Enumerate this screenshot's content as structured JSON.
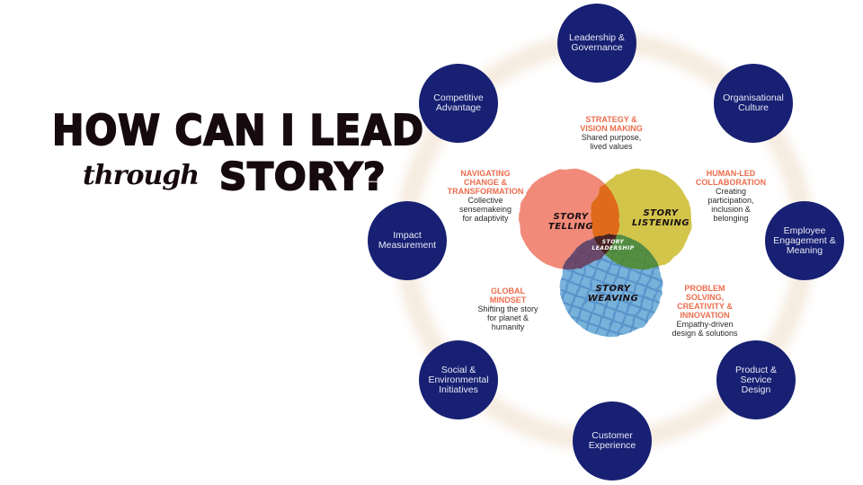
{
  "title": {
    "line1": "HOW CAN I LEAD",
    "line2_script": "through",
    "line2_bold": "STORY?"
  },
  "colors": {
    "node_fill": "#172073",
    "node_text": "#e8eaf4",
    "callout_heading": "#ec6d4d",
    "ring": "#f4e8da",
    "story_telling": "#f0806e",
    "story_listening": "#cdbd30",
    "story_weaving": "#5c9fd4"
  },
  "ring_nodes": [
    {
      "id": "leadership-governance",
      "label": "Leadership &\nGovernance"
    },
    {
      "id": "organisational-culture",
      "label": "Organisational\nCulture"
    },
    {
      "id": "employee-engagement",
      "label": "Employee\nEngagement &\nMeaning"
    },
    {
      "id": "product-service-design",
      "label": "Product &\nService\nDesign"
    },
    {
      "id": "customer-experience",
      "label": "Customer\nExperience"
    },
    {
      "id": "social-environmental",
      "label": "Social &\nEnvironmental\nInitiatives"
    },
    {
      "id": "impact-measurement",
      "label": "Impact\nMeasurement"
    },
    {
      "id": "competitive-advantage",
      "label": "Competitive\nAdvantage"
    }
  ],
  "callouts": [
    {
      "id": "strategy",
      "heading": "STRATEGY &\nVISION MAKING",
      "body": "Shared purpose,\nlived values"
    },
    {
      "id": "navigating-change",
      "heading": "NAVIGATING\nCHANGE &\nTRANSFORMATION",
      "body": "Collective\nsensemakeing\nfor adaptivity"
    },
    {
      "id": "human-led",
      "heading": "HUMAN-LED\nCOLLABORATION",
      "body": "Creating\nparticipation,\ninclusion &\nbelonging"
    },
    {
      "id": "global-mindset",
      "heading": "GLOBAL\nMINDSET",
      "body": "Shifting the story\nfor planet &\nhumanity"
    },
    {
      "id": "problem-solving",
      "heading": "PROBLEM\nSOLVING,\nCREATIVITY &\nINNOVATION",
      "body": "Empathy-driven\ndesign & solutions"
    }
  ],
  "venn": {
    "telling": "STORY\nTELLING",
    "listening": "STORY\nLISTENING",
    "weaving": "STORY\nWEAVING",
    "center": "STORY\nLEADERSHIP"
  }
}
